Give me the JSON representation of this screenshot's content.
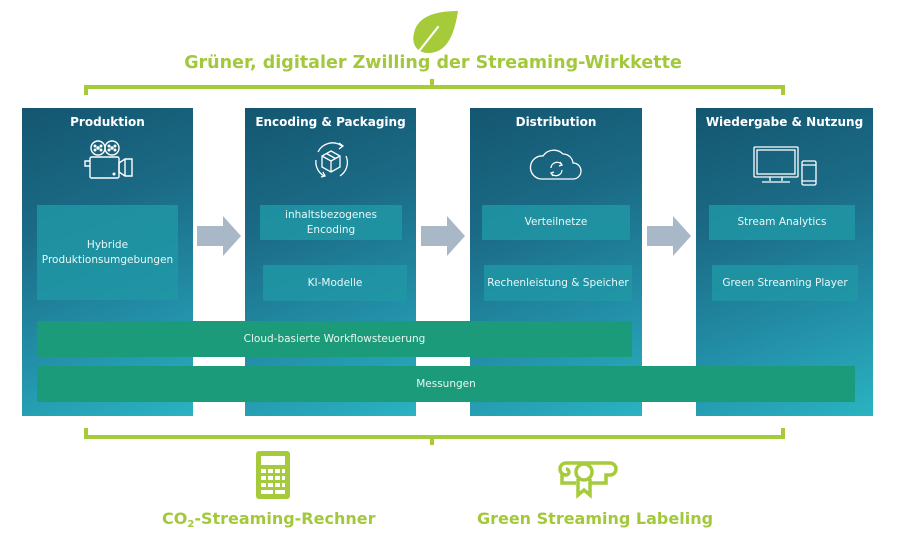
{
  "title": "Grüner, digitaler Zwilling der Streaming-Wirkkette",
  "icons": {
    "top": "leaf-icon",
    "columns": [
      "film-camera-icon",
      "package-cycle-icon",
      "cloud-sync-icon",
      "monitor-phone-icon"
    ],
    "bottom": [
      "calculator-icon",
      "certificate-icon"
    ]
  },
  "columns": [
    {
      "title": "Produktion",
      "items": [
        "Hybride\nProduktionsumgebungen"
      ]
    },
    {
      "title": "Encoding & Packaging",
      "items": [
        "inhaltsbezogenes Encoding",
        "KI-Modelle"
      ]
    },
    {
      "title": "Distribution",
      "items": [
        "Verteilnetze",
        "Rechenleistung & Speicher"
      ]
    },
    {
      "title": "Wiedergabe & Nutzung",
      "items": [
        "Stream Analytics",
        "Green Streaming Player"
      ]
    }
  ],
  "bars": {
    "workflow": "Cloud-basierte Workflowsteuerung",
    "measurements": "Messungen"
  },
  "bottom": {
    "calculator": {
      "prefix": "CO",
      "sub": "2",
      "suffix": "-Streaming-Rechner"
    },
    "labeling": "Green Streaming Labeling"
  },
  "colors": {
    "accent_green": "#a6cb3a",
    "column_teal_dark": "#145670",
    "column_teal_light": "#2ab3c0",
    "bar_green": "#1b9b7a",
    "arrow_gray": "#a9b8c6"
  }
}
